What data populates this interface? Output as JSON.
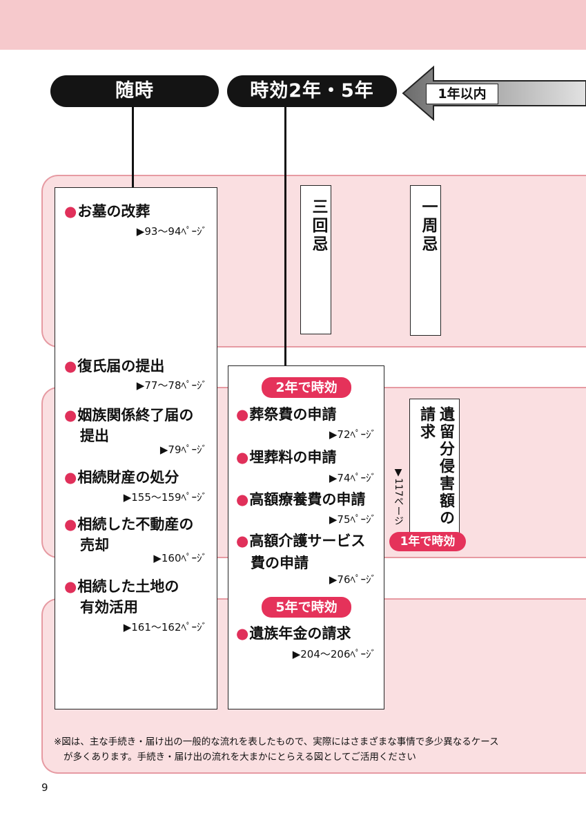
{
  "header": {
    "band_color": "#f6c9cc"
  },
  "pills": {
    "anytime": "随時",
    "statute": "時効2年・5年"
  },
  "arrow": {
    "label": "1年以内"
  },
  "memorial": {
    "third": "三回忌",
    "first": "一周忌"
  },
  "col1": {
    "items": [
      {
        "bullet": "●",
        "title": "お墓の改葬",
        "ref": "▶93〜94ﾍﾟｰｼﾞ"
      },
      {
        "bullet": "●",
        "title": "復氏届の提出",
        "ref": "▶77〜78ﾍﾟｰｼﾞ"
      },
      {
        "bullet": "●",
        "title_line1": "姻族関係終了届の",
        "title_line2": "提出",
        "ref": "▶79ﾍﾟｰｼﾞ"
      },
      {
        "bullet": "●",
        "title": "相続財産の処分",
        "ref": "▶155〜159ﾍﾟｰｼﾞ"
      },
      {
        "bullet": "●",
        "title_line1": "相続した不動産の",
        "title_line2": "売却",
        "ref": "▶160ﾍﾟｰｼﾞ"
      },
      {
        "bullet": "●",
        "title_line1": "相続した土地の",
        "title_line2": "有効活用",
        "ref": "▶161〜162ﾍﾟｰｼﾞ"
      }
    ]
  },
  "col2": {
    "tag2": "2年で時効",
    "tag5": "5年で時効",
    "items": [
      {
        "bullet": "●",
        "title": "葬祭費の申請",
        "ref": "▶72ﾍﾟｰｼﾞ"
      },
      {
        "bullet": "●",
        "title": "埋葬料の申請",
        "ref": "▶74ﾍﾟｰｼﾞ"
      },
      {
        "bullet": "●",
        "title": "高額療養費の申請",
        "ref": "▶75ﾍﾟｰｼﾞ"
      },
      {
        "bullet": "●",
        "title_line1": "高額介護サービス",
        "title_line2": "費の申請",
        "ref": "▶76ﾍﾟｰｼﾞ"
      },
      {
        "bullet": "●",
        "title": "遺族年金の請求",
        "ref": "▶204〜206ﾍﾟｰｼﾞ"
      }
    ]
  },
  "col3": {
    "title": "遺留分侵害額の請求",
    "ref": "▼117ページ",
    "tag": "1年で時効"
  },
  "footnote": {
    "line1": "※図は、主な手続き・届け出の一般的な流れを表したもので、実際にはさまざまな事情で多少異なるケース",
    "line2": "が多くあります。手続き・届け出の流れを大まかにとらえる図としてご活用ください"
  },
  "page_number": "9",
  "colors": {
    "accent": "#e5325a",
    "band": "#fadfe1",
    "band_border": "#e69aa2"
  }
}
